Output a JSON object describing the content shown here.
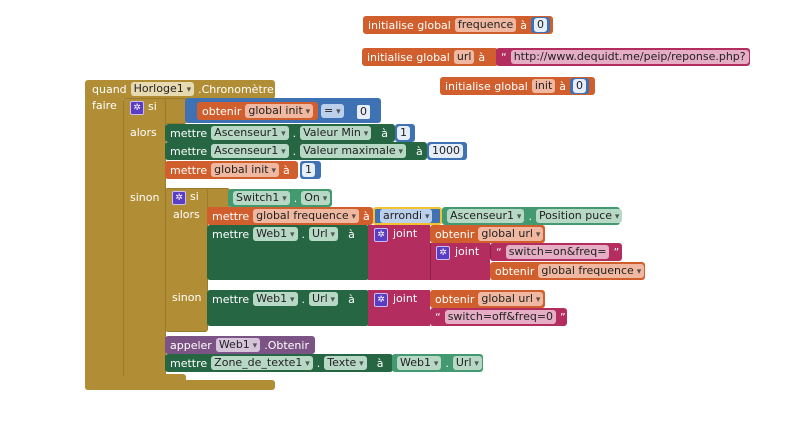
{
  "globals": [
    {
      "kw": "initialise global",
      "name": "frequence",
      "sep": "à",
      "value": "0"
    },
    {
      "kw": "initialise global",
      "name": "url",
      "sep": "à",
      "open_quote": "“",
      "value": "http://www.dequidt.me/peip/reponse.php?",
      "close_quote": "”"
    },
    {
      "kw": "initialise global",
      "name": "init",
      "sep": "à",
      "value": "0"
    }
  ],
  "event": {
    "quand": "quand",
    "component": "Horloge1",
    "event": ".Chronomètre",
    "faire": "faire"
  },
  "if1": {
    "si": "si",
    "get": "obtenir",
    "var": "global init",
    "op": "=",
    "rhs": "0",
    "alors": "alors",
    "sinon": "sinon"
  },
  "set_min": {
    "kw": "mettre",
    "comp": "Ascenseur1",
    "dot": ".",
    "prop": "Valeur Min",
    "a": "à",
    "val": "1"
  },
  "set_max": {
    "kw": "mettre",
    "comp": "Ascenseur1",
    "dot": ".",
    "prop": "Valeur maximale",
    "a": "à",
    "val": "1000"
  },
  "set_init": {
    "kw": "mettre",
    "var": "global init",
    "a": "à",
    "val": "1"
  },
  "if2": {
    "si": "si",
    "comp": "Switch1",
    "dot": ".",
    "prop": "On",
    "alors": "alors",
    "sinon": "sinon"
  },
  "set_freq": {
    "kw": "mettre",
    "var": "global frequence",
    "a": "à",
    "fn": "arrondi",
    "comp": "Ascenseur1",
    "dot": ".",
    "prop": "Position puce"
  },
  "set_url1": {
    "kw": "mettre",
    "comp": "Web1",
    "dot": ".",
    "prop": "Url",
    "a": "à",
    "joint": "joint",
    "get": "obtenir",
    "var": "global url",
    "joint2": "joint",
    "oq": "“",
    "text": "switch=on&freq=",
    "cq": "”",
    "get2": "obtenir",
    "var2": "global frequence"
  },
  "set_url2": {
    "kw": "mettre",
    "comp": "Web1",
    "dot": ".",
    "prop": "Url",
    "a": "à",
    "joint": "joint",
    "get": "obtenir",
    "var": "global url",
    "oq": "“",
    "text": "switch=off&freq=0",
    "cq": "”"
  },
  "call": {
    "kw": "appeler",
    "comp": "Web1",
    "method": ".Obtenir"
  },
  "set_text": {
    "kw": "mettre",
    "comp": "Zone_de_texte1",
    "dot": ".",
    "prop": "Texte",
    "a": "à",
    "comp2": "Web1",
    "dot2": ".",
    "prop2": "Url"
  }
}
